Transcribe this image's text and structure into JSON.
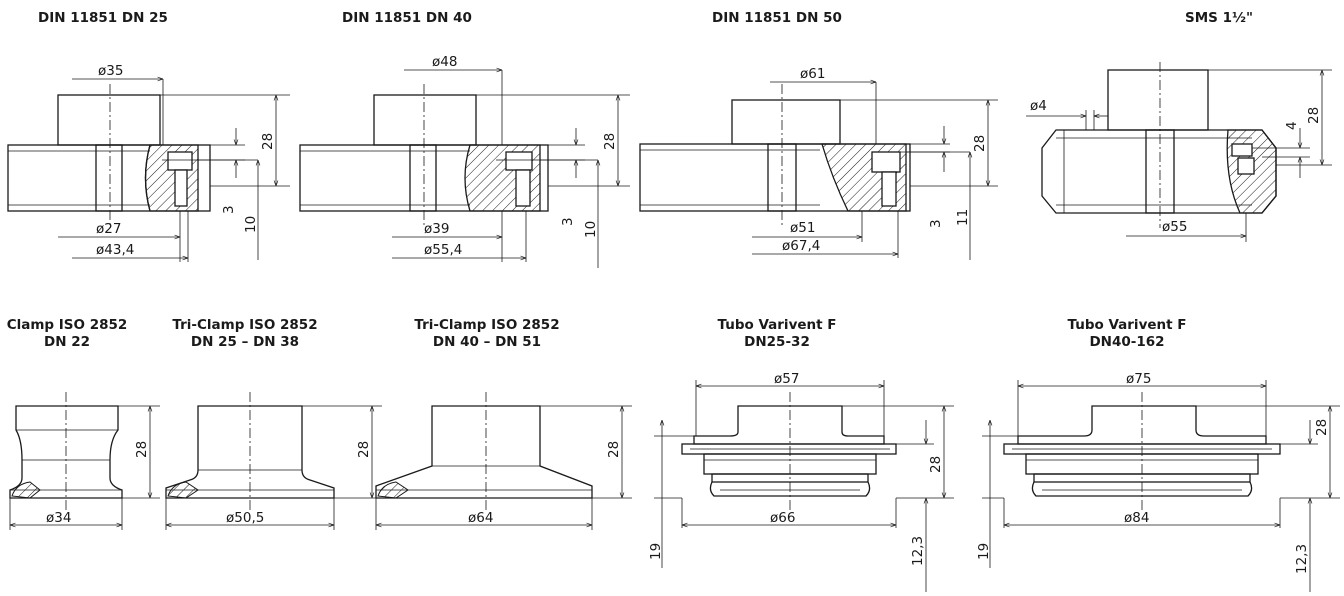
{
  "titles": {
    "din25": "DIN 11851 DN 25",
    "din40": "DIN 11851 DN 40",
    "din50": "DIN 11851 DN 50",
    "sms": "SMS 1½\"",
    "clamp22_l1": "Clamp ISO 2852",
    "clamp22_l2": "DN 22",
    "tri38_l1": "Tri-Clamp ISO 2852",
    "tri38_l2": "DN 25 – DN 38",
    "tri51_l1": "Tri-Clamp ISO 2852",
    "tri51_l2": "DN 40 – DN 51",
    "var32_l1": "Tubo Varivent F",
    "var32_l2": "DN25-32",
    "var162_l1": "Tubo Varivent F",
    "var162_l2": "DN40-162"
  },
  "dims": {
    "din25": {
      "top": "ø35",
      "inner": "ø27",
      "outer": "ø43,4",
      "h": "28",
      "a": "3",
      "b": "10"
    },
    "din40": {
      "top": "ø48",
      "inner": "ø39",
      "outer": "ø55,4",
      "h": "28",
      "a": "3",
      "b": "10"
    },
    "din50": {
      "top": "ø61",
      "inner": "ø51",
      "outer": "ø67,4",
      "h": "28",
      "a": "3",
      "b": "11"
    },
    "sms": {
      "small": "ø4",
      "bottom": "ø55",
      "h": "28",
      "a": "4"
    },
    "clamp22": {
      "bottom": "ø34",
      "h": "28"
    },
    "tri38": {
      "bottom": "ø50,5",
      "h": "28"
    },
    "tri51": {
      "bottom": "ø64",
      "h": "28"
    },
    "var32": {
      "top": "ø57",
      "bottom": "ø66",
      "h": "28",
      "left": "19",
      "right": "12,3"
    },
    "var162": {
      "top": "ø75",
      "bottom": "ø84",
      "h": "28",
      "left": "19",
      "right": "12,3"
    }
  }
}
